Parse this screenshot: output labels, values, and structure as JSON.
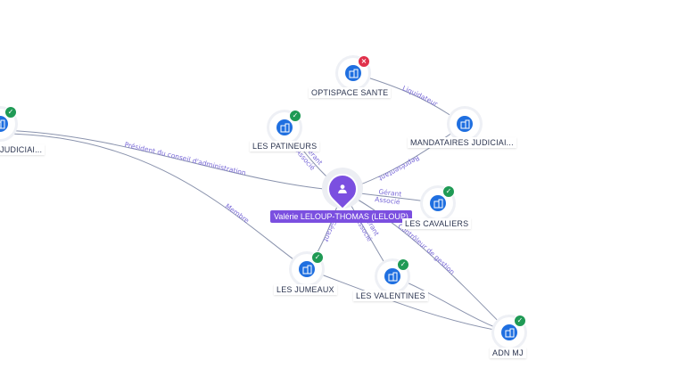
{
  "center": {
    "label": "Valérie LELOUP-THOMAS (LELOUP)",
    "icon": "person-icon",
    "color": "#7b4fe0"
  },
  "entities": [
    {
      "id": "judiciai-left",
      "label": "JUDICIAI...",
      "icon": "building-icon",
      "status": "active"
    },
    {
      "id": "optispace",
      "label": "OPTISPACE SANTE",
      "icon": "building-icon",
      "status": "closed"
    },
    {
      "id": "patineurs",
      "label": "LES PATINEURS",
      "icon": "building-icon",
      "status": "active"
    },
    {
      "id": "mandataires",
      "label": "MANDATAIRES JUDICIAI...",
      "icon": "building-icon",
      "status": "none"
    },
    {
      "id": "cavaliers",
      "label": "LES CAVALIERS",
      "icon": "building-icon",
      "status": "active"
    },
    {
      "id": "jumeaux",
      "label": "LES JUMEAUX",
      "icon": "building-icon",
      "status": "active"
    },
    {
      "id": "valentines",
      "label": "LES VALENTINES",
      "icon": "building-icon",
      "status": "active"
    },
    {
      "id": "adnmj",
      "label": "ADN MJ",
      "icon": "building-icon",
      "status": "active"
    }
  ],
  "relations": {
    "president": "Président du conseil d'administration",
    "membre": "Membre",
    "gerant_patineurs": "Gérant",
    "associe_patineurs": "Associé",
    "liquidateur": "Liquidateur",
    "representant": "Représentant",
    "gerant_cavaliers": "Gérant",
    "associe_cavaliers": "Associé",
    "gerant_jumeaux": "Gérant",
    "gerant_valentines": "Gérant",
    "associe_valentines": "Associé",
    "controleur": "Contrôleur de gestion"
  },
  "colors": {
    "node": "#1f6fe0",
    "active_badge": "#1f9a55",
    "closed_badge": "#e0314b",
    "edge": "#8a93ad",
    "edge_label": "#7a6ad8"
  }
}
